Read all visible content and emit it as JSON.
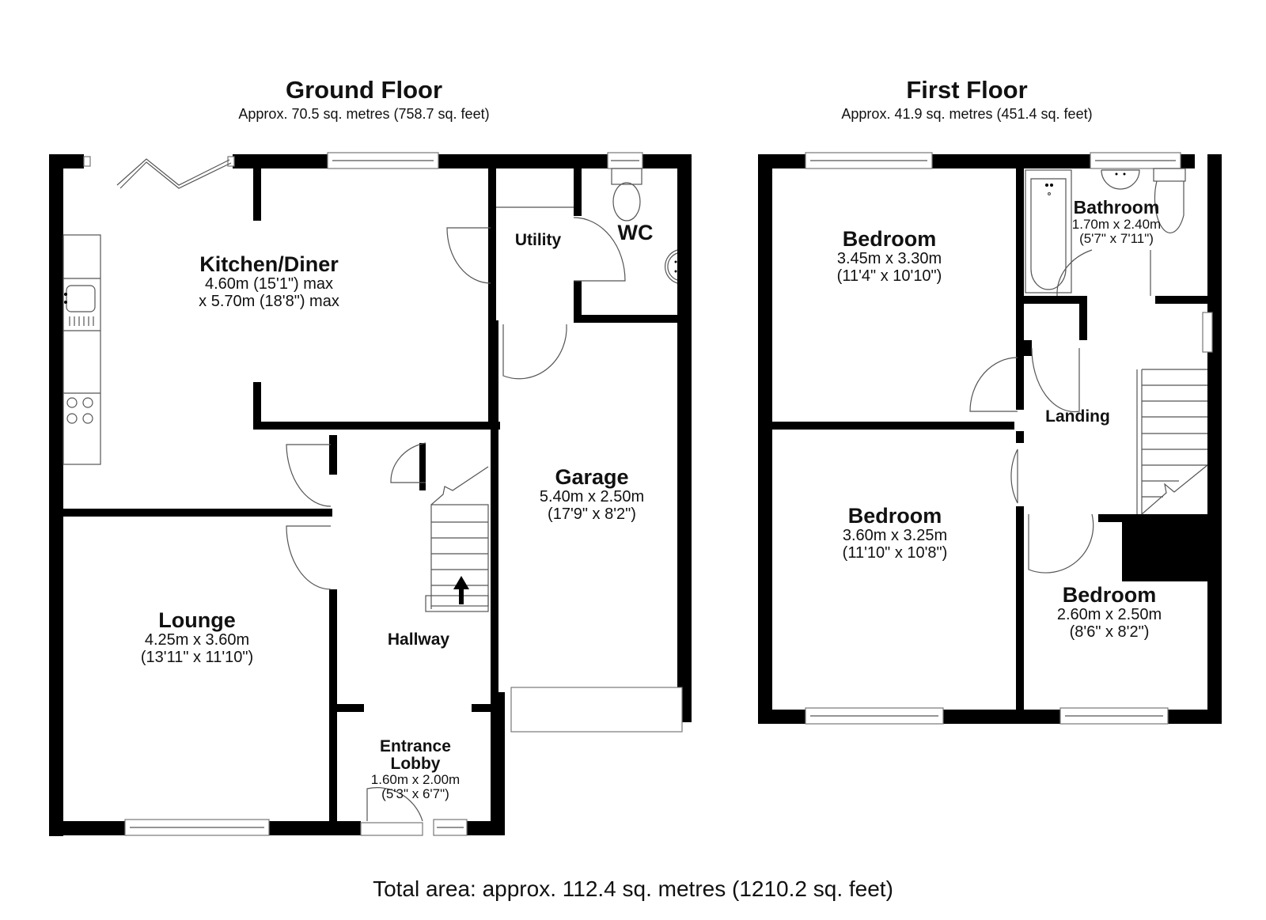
{
  "ground_floor": {
    "title": "Ground Floor",
    "area": "Approx. 70.5 sq. metres (758.7 sq. feet)",
    "rooms": [
      {
        "name": "Kitchen/Diner",
        "dim1": "4.60m (15'1\") max",
        "dim2": "x 5.70m (18'8\") max"
      },
      {
        "name": "Utility"
      },
      {
        "name": "WC"
      },
      {
        "name": "Garage",
        "dim1": "5.40m x 2.50m",
        "dim2": "(17'9\" x 8'2\")"
      },
      {
        "name": "Lounge",
        "dim1": "4.25m x 3.60m",
        "dim2": "(13'11\" x 11'10\")"
      },
      {
        "name": "Hallway"
      },
      {
        "name": "Entrance",
        "name2": "Lobby",
        "dim1": "1.60m x 2.00m",
        "dim2": "(5'3\" x 6'7\")"
      }
    ]
  },
  "first_floor": {
    "title": "First Floor",
    "area": "Approx. 41.9 sq. metres (451.4 sq. feet)",
    "rooms": [
      {
        "name": "Bedroom",
        "dim1": "3.45m x 3.30m",
        "dim2": "(11'4\" x 10'10\")"
      },
      {
        "name": "Bathroom",
        "dim1": "1.70m x 2.40m",
        "dim2": "(5'7\" x 7'11\")"
      },
      {
        "name": "Landing"
      },
      {
        "name": "Bedroom",
        "dim1": "3.60m x 3.25m",
        "dim2": "(11'10\" x 10'8\")"
      },
      {
        "name": "Bedroom",
        "dim1": "2.60m x 2.50m",
        "dim2": "(8'6\" x 8'2\")"
      }
    ]
  },
  "total_area": "Total area: approx. 112.4 sq. metres (1210.2 sq. feet)",
  "icons": [
    "stairs-up-arrow-icon",
    "sink-icon",
    "hob-icon",
    "toilet-icon",
    "bath-icon",
    "basin-icon",
    "window-icon",
    "door-swing-icon",
    "bifold-door-icon"
  ],
  "colors": {
    "wall": "#000000",
    "fixture_line": "#555555",
    "background": "#ffffff"
  }
}
